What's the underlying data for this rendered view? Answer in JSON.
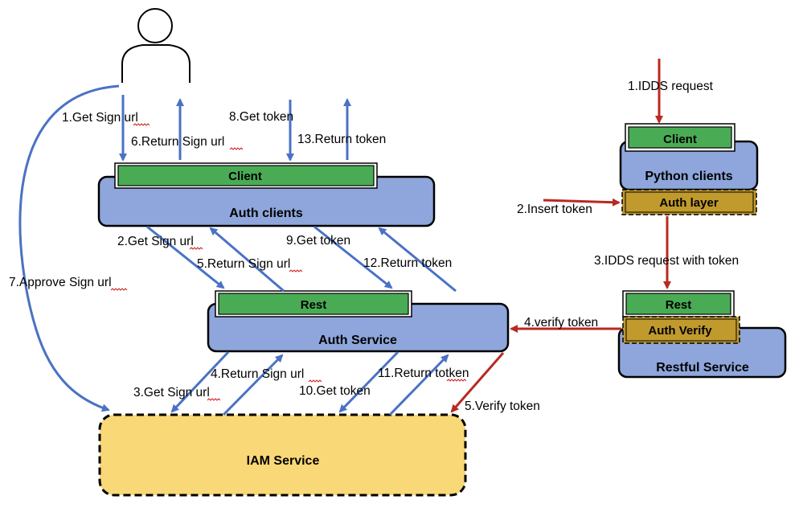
{
  "colors": {
    "blue_arrow": "#4a72c4",
    "red_arrow": "#b82a22",
    "box_fill": "#8ea6db",
    "box_stroke": "#000000",
    "green_fill": "#4aab55",
    "gold_fill": "#c19a2e",
    "iam_fill": "#f9d878",
    "squiggle": "#d02020"
  },
  "user": {
    "icon": "person-icon"
  },
  "auth_clients": {
    "title": "Auth clients",
    "bar": "Client"
  },
  "auth_service": {
    "title": "Auth Service",
    "bar": "Rest"
  },
  "iam": {
    "title": "IAM Service"
  },
  "python_clients": {
    "title": "Python clients",
    "bar": "Client",
    "layer": "Auth layer"
  },
  "restful": {
    "title": "Restful Service",
    "bar": "Rest",
    "layer": "Auth Verify"
  },
  "labels": {
    "s1": "1.Get Sign url",
    "s6": "6.Return Sign url",
    "s8": "8.Get token",
    "s13": "13.Return token",
    "s7": "7.Approve Sign url",
    "s2": "2.Get Sign url",
    "s5": "5.Return Sign url",
    "s9": "9.Get token",
    "s12": "12.Return token",
    "s3": "3.Get Sign url",
    "s4": "4.Return Sign url",
    "s10": "10.Get token",
    "s11": "11.Return totken",
    "r1": "1.IDDS request",
    "r2": "2.Insert token",
    "r3": "3.IDDS request with  token",
    "r4": "4.verify token",
    "r5": "5.Verify token"
  }
}
